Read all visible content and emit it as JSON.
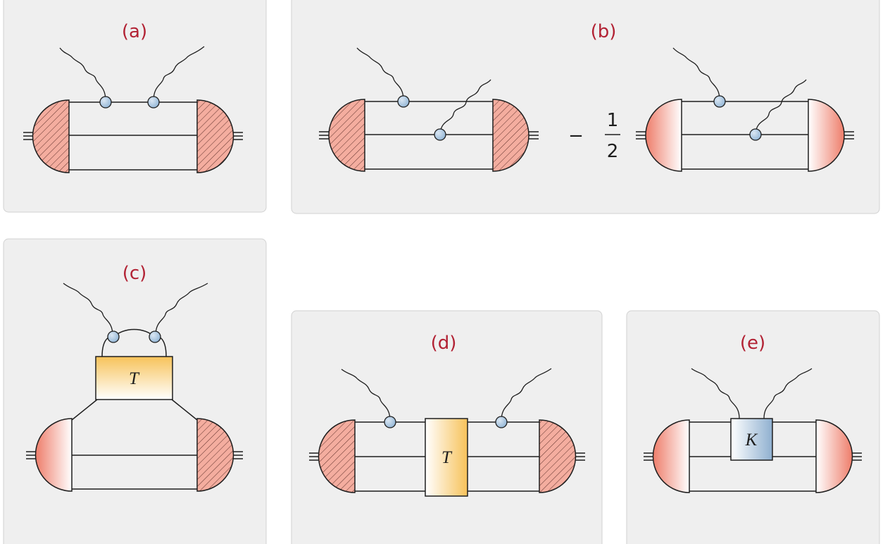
{
  "panels": [
    {
      "id": "a",
      "label": "(a)"
    },
    {
      "id": "b",
      "label": "(b)"
    },
    {
      "id": "c",
      "label": "(c)"
    },
    {
      "id": "d",
      "label": "(d)"
    },
    {
      "id": "e",
      "label": "(e)"
    }
  ],
  "boxes": {
    "c": "T",
    "d": "T",
    "e": "K"
  },
  "panel_b": {
    "minus_sign": "−",
    "fraction_numerator": "1",
    "fraction_denominator": "2"
  },
  "colors": {
    "label": "#b22234",
    "panel_background": "#efefef",
    "panel_border": "#d2d2d2",
    "line": "#1e1e1e",
    "blob_red": "#ee7d6a",
    "box_orange": "#f7c25a",
    "box_blue": "#8fb0d0",
    "vertex_blue": "#93b6d6"
  }
}
